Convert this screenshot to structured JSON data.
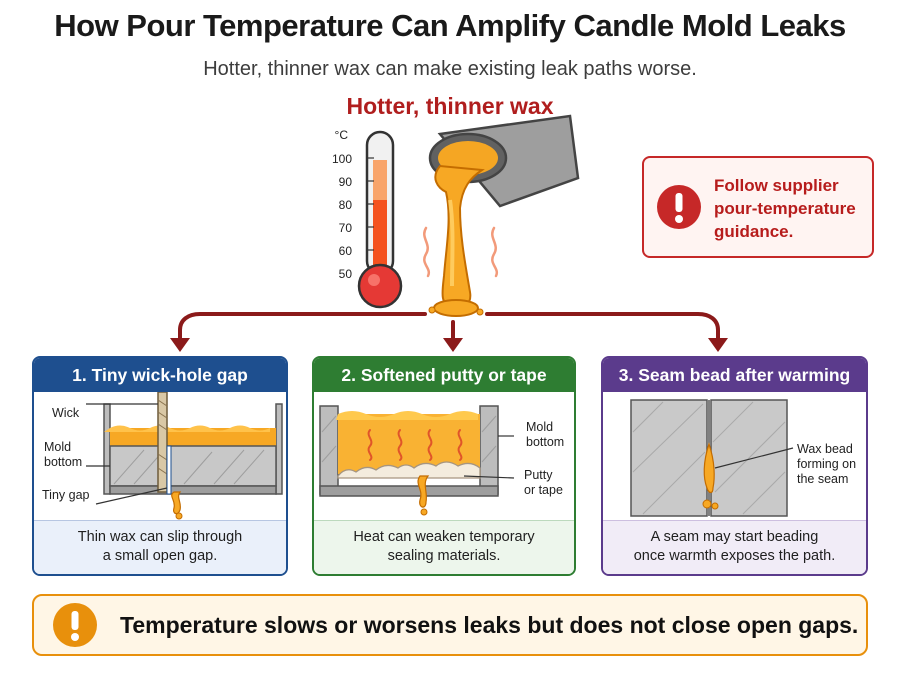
{
  "header": {
    "title": "How Pour Temperature Can Amplify Candle Mold Leaks",
    "subtitle": "Hotter, thinner wax can make existing leak paths worse."
  },
  "hero": {
    "label": "Hotter, thinner wax",
    "thermometer": {
      "unit": "°C",
      "ticks": [
        "100",
        "90",
        "80",
        "70",
        "60",
        "50"
      ]
    }
  },
  "guidance": {
    "text_lines": [
      "Follow supplier",
      "pour-temperature",
      "guidance."
    ],
    "icon": "exclamation-icon",
    "color": "#c62828"
  },
  "panels": [
    {
      "title": "1. Tiny wick-hole gap",
      "labels": {
        "wick": "Wick",
        "mold_bottom_1": "Mold",
        "mold_bottom_2": "bottom",
        "gap": "Tiny gap"
      },
      "caption_1": "Thin wax can slip through",
      "caption_2": "a small open gap.",
      "accent": "#1e4f8f"
    },
    {
      "title": "2. Softened putty or tape",
      "labels": {
        "mold_bottom_1": "Mold",
        "mold_bottom_2": "bottom",
        "putty_1": "Putty",
        "putty_2": "or tape"
      },
      "caption_1": "Heat can weaken temporary",
      "caption_2": "sealing materials.",
      "accent": "#2e7d32"
    },
    {
      "title": "3. Seam bead after warming",
      "labels": {
        "bead_1": "Wax bead",
        "bead_2": "forming on",
        "bead_3": "the seam"
      },
      "caption_1": "A seam may start beading",
      "caption_2": "once warmth exposes the path.",
      "accent": "#5b3b8c"
    }
  ],
  "footer": {
    "text": "Temperature slows or worsens leaks but does not close open gaps.",
    "icon": "exclamation-icon",
    "color": "#e8900c"
  }
}
